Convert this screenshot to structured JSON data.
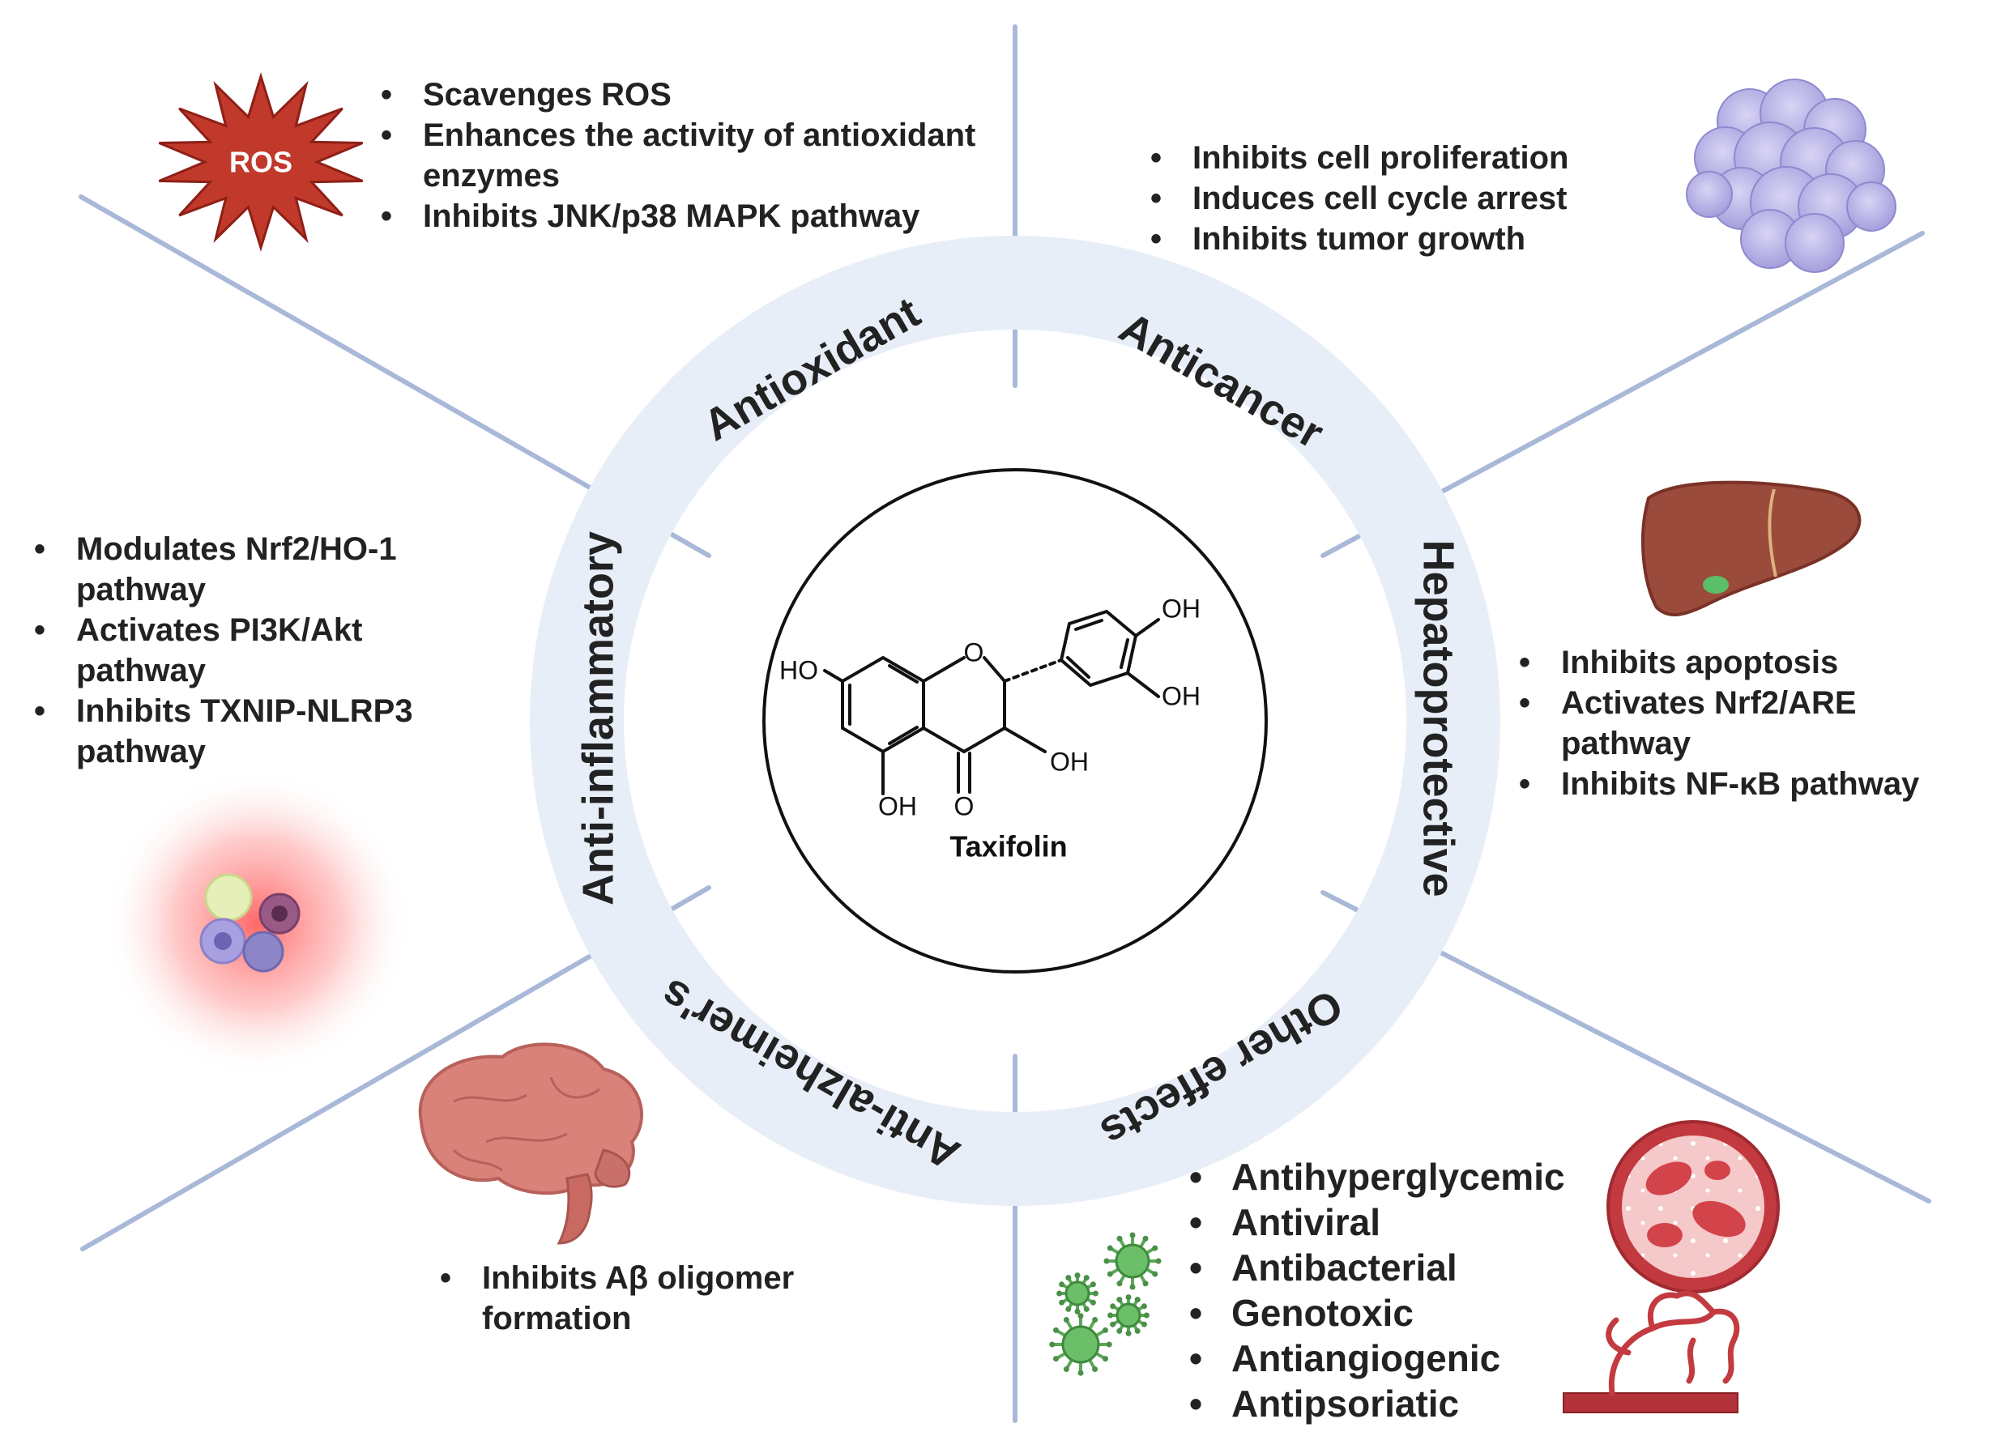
{
  "center": {
    "compound": "Taxifolin",
    "atoms": {
      "ho_left": "HO",
      "ring_o": "O",
      "oh_top": "OH",
      "oh_right": "OH",
      "oh_c3": "OH",
      "oh_c5": "OH",
      "carbonyl_o": "O"
    }
  },
  "ring_labels": {
    "antioxidant": "Antioxidant",
    "anticancer": "Anticancer",
    "hepatoprotective": "Hepatoprotective",
    "other_effects": "Other effects",
    "anti_alzheimers": "Anti-alzheimer's",
    "anti_inflammatory": "Anti-inflammatory"
  },
  "antioxidant": {
    "badge": "ROS",
    "items": [
      "Scavenges ROS",
      "Enhances the activity of antioxidant enzymes",
      "Inhibits JNK/p38 MAPK pathway"
    ]
  },
  "anticancer": {
    "items": [
      "Inhibits cell proliferation",
      "Induces cell cycle arrest",
      "Inhibits tumor growth"
    ]
  },
  "hepatoprotective": {
    "items": [
      "Inhibits apoptosis",
      "Activates Nrf2/ARE pathway",
      "Inhibits NF-κB pathway"
    ]
  },
  "anti_inflammatory": {
    "items": [
      "Modulates Nrf2/HO-1 pathway",
      "Activates PI3K/Akt pathway",
      "Inhibits TXNIP-NLRP3 pathway"
    ]
  },
  "anti_alzheimers": {
    "items": [
      "Inhibits Aβ oligomer formation"
    ]
  },
  "other_effects": {
    "items": [
      "Antihyperglycemic",
      "Antiviral",
      "Antibacterial",
      "Genotoxic",
      "Antiangiogenic",
      "Antipsoriatic"
    ]
  },
  "colors": {
    "divider": "#a9b8d8",
    "ring": "#e8eef7",
    "ros": "#c0392b",
    "tumor": "#b3aee4",
    "liver": "#9a4b3c",
    "brain": "#d9827a",
    "virus": "#5aa857",
    "blood": "#d3434a",
    "inflammation": "#ff7a7a"
  }
}
